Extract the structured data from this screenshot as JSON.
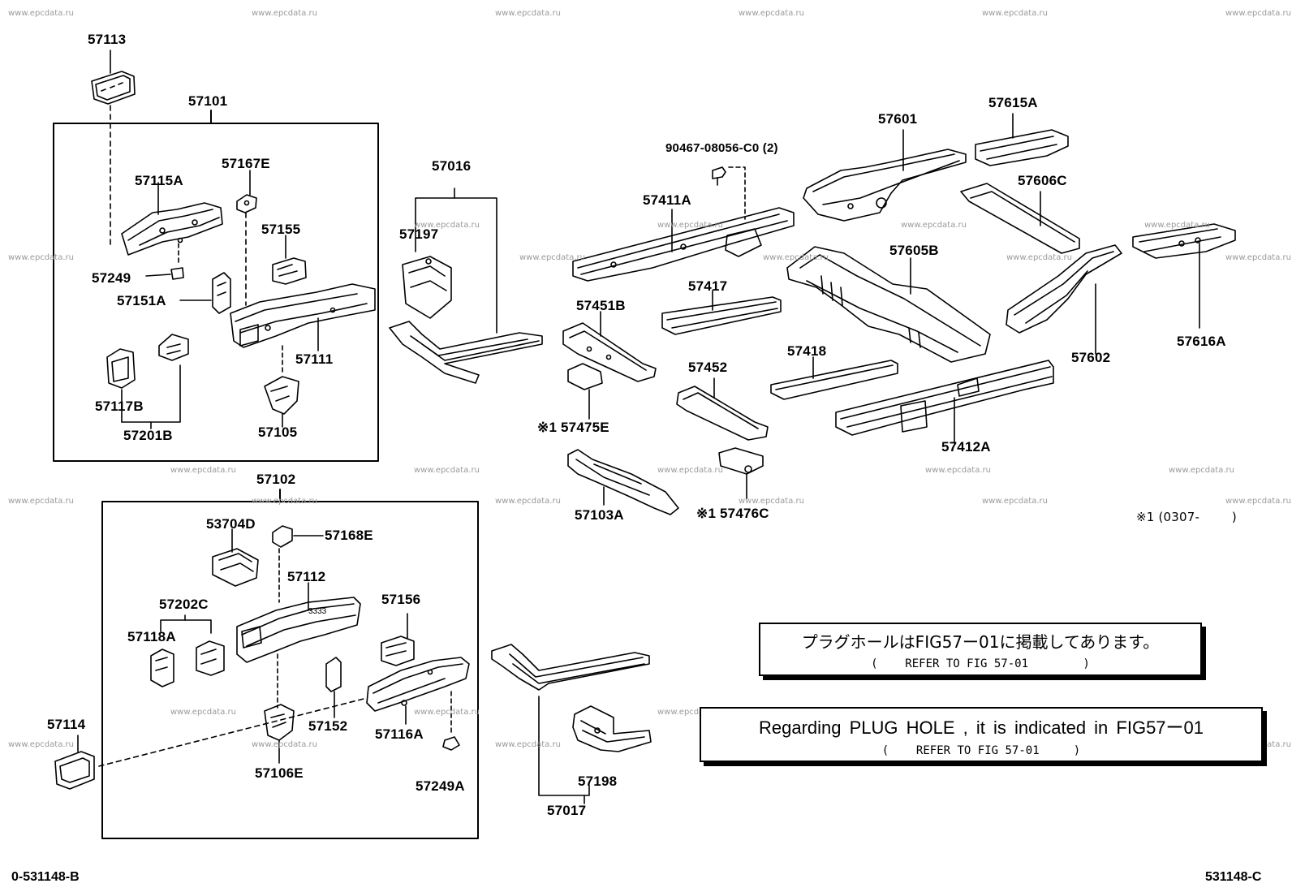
{
  "diagram": {
    "part_labels": [
      {
        "id": "57113",
        "text": "57113"
      },
      {
        "id": "57101",
        "text": "57101"
      },
      {
        "id": "57115A",
        "text": "57115A"
      },
      {
        "id": "57167E",
        "text": "57167E"
      },
      {
        "id": "57155",
        "text": "57155"
      },
      {
        "id": "57249",
        "text": "57249"
      },
      {
        "id": "57151A",
        "text": "57151A"
      },
      {
        "id": "57111",
        "text": "57111"
      },
      {
        "id": "57117B",
        "text": "57117B"
      },
      {
        "id": "57201B",
        "text": "57201B"
      },
      {
        "id": "57105",
        "text": "57105"
      },
      {
        "id": "57016",
        "text": "57016"
      },
      {
        "id": "57197",
        "text": "57197"
      },
      {
        "id": "90467",
        "text": "90467-08056-C0 (2)"
      },
      {
        "id": "57411A",
        "text": "57411A"
      },
      {
        "id": "57601",
        "text": "57601"
      },
      {
        "id": "57615A",
        "text": "57615A"
      },
      {
        "id": "57606C",
        "text": "57606C"
      },
      {
        "id": "57605B",
        "text": "57605B"
      },
      {
        "id": "57417",
        "text": "57417"
      },
      {
        "id": "57451B",
        "text": "57451B"
      },
      {
        "id": "57418",
        "text": "57418"
      },
      {
        "id": "57602",
        "text": "57602"
      },
      {
        "id": "57616A",
        "text": "57616A"
      },
      {
        "id": "57452",
        "text": "57452"
      },
      {
        "id": "57475E",
        "text": "※1 57475E"
      },
      {
        "id": "57412A",
        "text": "57412A"
      },
      {
        "id": "57103A",
        "text": "57103A"
      },
      {
        "id": "57476C",
        "text": "※1 57476C"
      },
      {
        "id": "57102",
        "text": "57102"
      },
      {
        "id": "53704D",
        "text": "53704D"
      },
      {
        "id": "57168E",
        "text": "57168E"
      },
      {
        "id": "57112",
        "text": "57112"
      },
      {
        "id": "57202C",
        "text": "57202C"
      },
      {
        "id": "57156",
        "text": "57156"
      },
      {
        "id": "57118A",
        "text": "57118A"
      },
      {
        "id": "57114",
        "text": "57114"
      },
      {
        "id": "57152",
        "text": "57152"
      },
      {
        "id": "57116A",
        "text": "57116A"
      },
      {
        "id": "57106E",
        "text": "57106E"
      },
      {
        "id": "57249A",
        "text": "57249A"
      },
      {
        "id": "57198",
        "text": "57198"
      },
      {
        "id": "57017",
        "text": "57017"
      }
    ],
    "footnote": "※1 (0307-        )",
    "note_jp": {
      "main": "プラグホールはFIG57ー01に掲載してあります。",
      "sub": "(    REFER TO FIG 57-01        )"
    },
    "note_en": {
      "main": "Regarding PLUG HOLE , it is indicated in FIG57ー01",
      "sub": "(    REFER TO FIG 57-01     )"
    },
    "code_left": "0-531148-B",
    "code_right": "531148-C",
    "watermark": "www.epcdata.ru"
  }
}
